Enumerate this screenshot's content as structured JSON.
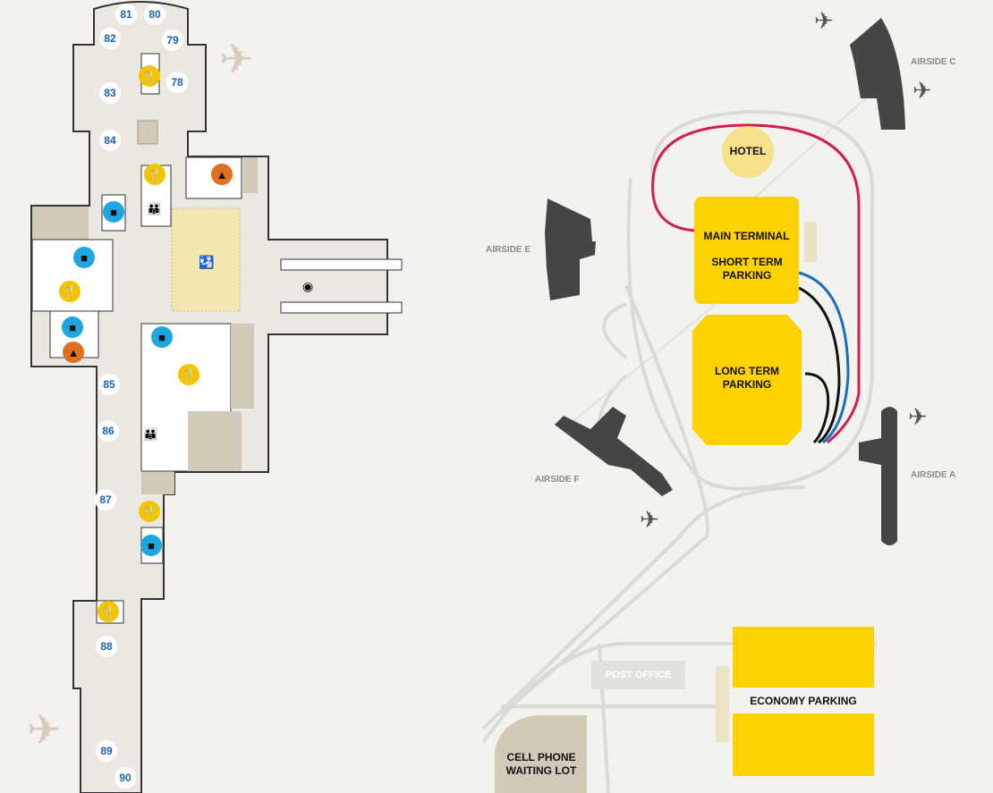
{
  "concourse": {
    "gates": [
      "81",
      "80",
      "82",
      "79",
      "78",
      "83",
      "84",
      "85",
      "86",
      "87",
      "88",
      "89",
      "90"
    ],
    "amenities": {
      "food": "food-icon",
      "shopping": "shopping-bag-icon",
      "services": "service-bell-icon",
      "restroom": "restroom-icon",
      "security": "security-checkpoint-icon"
    }
  },
  "overview": {
    "hotel": "HOTEL",
    "main_terminal": "MAIN TERMINAL",
    "short_term": "SHORT TERM PARKING",
    "long_term": "LONG TERM PARKING",
    "economy": "ECONOMY PARKING",
    "cell_phone": "CELL PHONE WAITING LOT",
    "post_office": "POST OFFICE",
    "airside_a": "AIRSIDE A",
    "airside_c": "AIRSIDE C",
    "airside_e": "AIRSIDE E",
    "airside_f": "AIRSIDE F"
  },
  "colors": {
    "parking": "#fdd200",
    "building": "#454545",
    "route_red": "#d21f4a",
    "route_blue": "#1c6fb8",
    "route_black": "#111111"
  }
}
